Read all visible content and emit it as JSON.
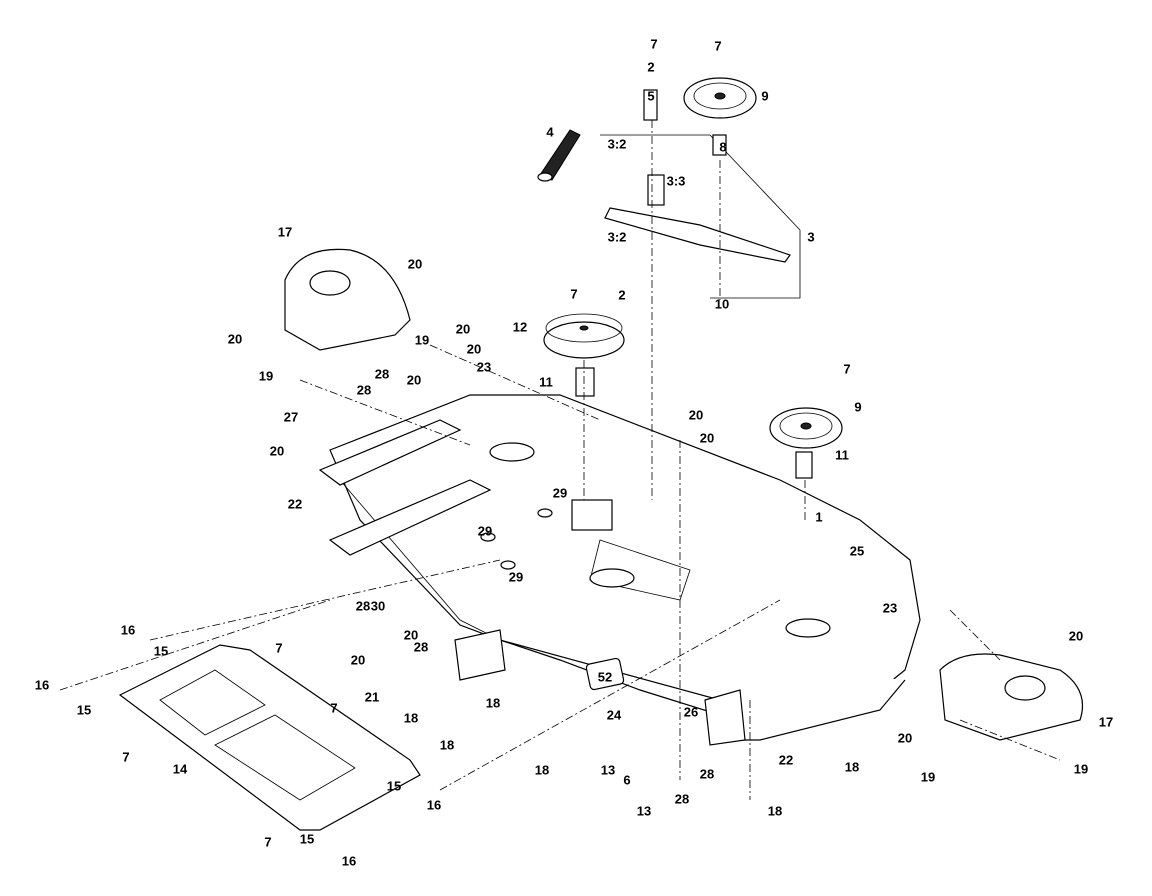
{
  "diagram": {
    "type": "exploded-parts-view",
    "callouts": [
      "7",
      "7",
      "2",
      "5",
      "9",
      "8",
      "4",
      "3:2",
      "3:3",
      "3:2",
      "3",
      "7",
      "2",
      "10",
      "17",
      "20",
      "20",
      "19",
      "19",
      "20",
      "20",
      "12",
      "11",
      "28",
      "28",
      "23",
      "20",
      "7",
      "9",
      "11",
      "20",
      "20",
      "27",
      "20",
      "22",
      "29",
      "29",
      "29",
      "1",
      "25",
      "23",
      "30",
      "28",
      "16",
      "15",
      "7",
      "20",
      "20",
      "28",
      "16",
      "15",
      "21",
      "18",
      "18",
      "7",
      "18",
      "24",
      "26",
      "22",
      "18",
      "20",
      "19",
      "19",
      "17",
      "20",
      "7",
      "14",
      "15",
      "18",
      "13",
      "6",
      "28",
      "13",
      "28",
      "18",
      "16",
      "7",
      "15",
      "16"
    ],
    "deck_badge": "52"
  }
}
